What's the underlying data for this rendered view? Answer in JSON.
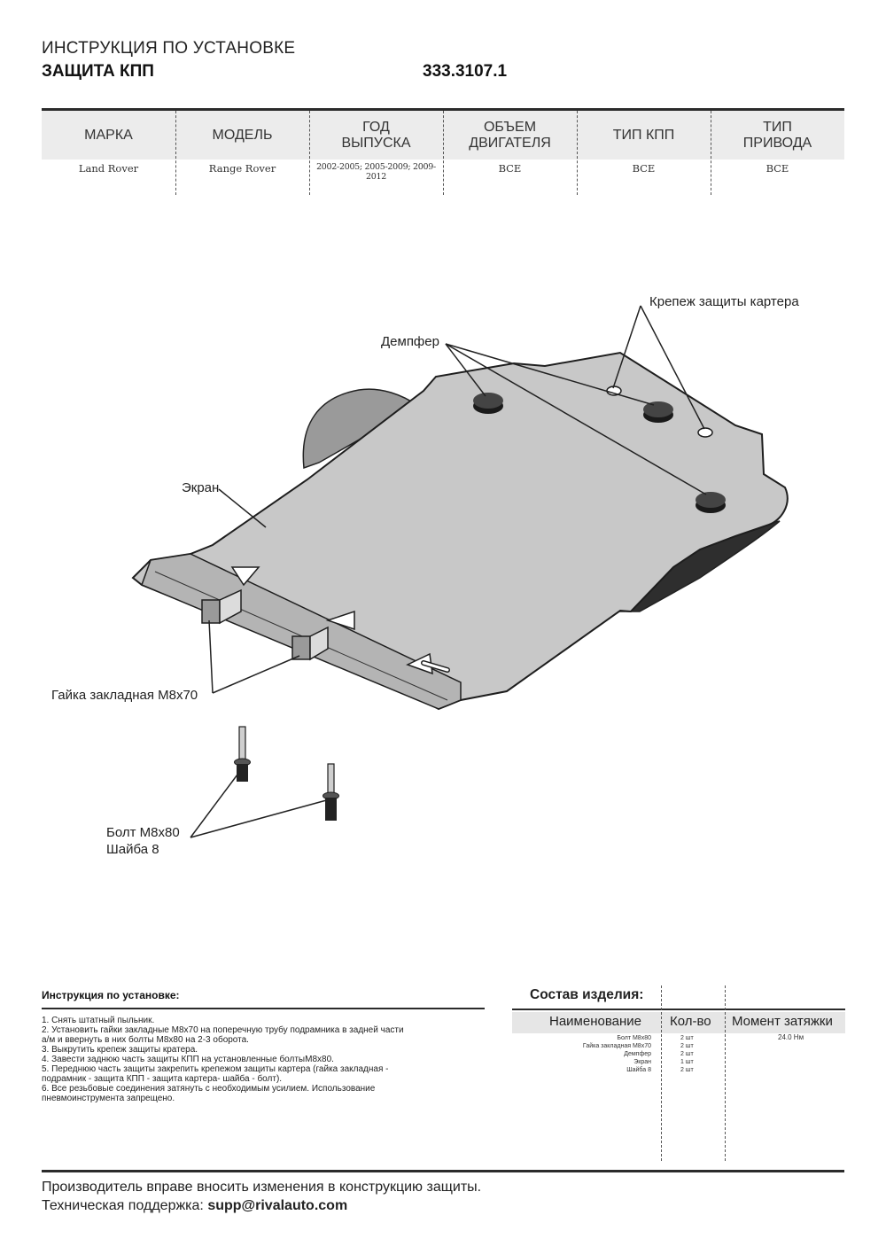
{
  "header": {
    "title": "ИНСТРУКЦИЯ ПО УСТАНОВКЕ",
    "subtitle": "ЗАЩИТА КПП",
    "code": "333.3107.1"
  },
  "spec_table": {
    "columns": [
      {
        "header": "МАРКА",
        "value": "Land Rover"
      },
      {
        "header": "МОДЕЛЬ",
        "value": "Range Rover"
      },
      {
        "header": "ГОД\nВЫПУСКА",
        "value": "2002-2005; 2005-2009; 2009-2012"
      },
      {
        "header": "ОБЪЕМ\nДВИГАТЕЛЯ",
        "value": "ВСЕ"
      },
      {
        "header": "ТИП КПП",
        "value": "ВСЕ"
      },
      {
        "header": "ТИП\nПРИВОДА",
        "value": "ВСЕ"
      }
    ]
  },
  "drawing": {
    "callouts": {
      "mount": "Крепеж защиты картера",
      "damper": "Демпфер",
      "screen": "Экран",
      "nut": "Гайка закладная М8х70",
      "bolt": "Болт М8х80",
      "washer": "Шайба 8"
    }
  },
  "instructions": {
    "title": "Инструкция по установке:",
    "steps": [
      "1. Снять штатный пыльник.",
      "2. Установить гайки закладные М8х70 на поперечную трубу подрамника в задней части",
      "а/м и ввернуть в них болты М8х80 на 2-3 оборота.",
      "3. Выкрутить крепеж защиты кратера.",
      "4. Завести заднюю часть защиты КПП на установленные болтыМ8х80.",
      "5. Переднюю часть защиты закрепить крепежом защиты картера (гайка закладная -",
      "подрамник - защита КПП - защита картера- шайба - болт).",
      "6. Все резьбовые соединения затянуть с необходимым усилием. Использование",
      "пневмоинструмента запрещено."
    ]
  },
  "composition": {
    "title": "Состав изделия:",
    "headers": {
      "name": "Наименование",
      "qty": "Кол-во",
      "torque": "Момент затяжки"
    },
    "rows": [
      {
        "name": "Болт М8х80",
        "qty": "2 шт",
        "torque": "24.0 Нм"
      },
      {
        "name": "Гайка закладная М8х70",
        "qty": "2 шт",
        "torque": ""
      },
      {
        "name": "Демпфер",
        "qty": "2 шт",
        "torque": ""
      },
      {
        "name": "Экран",
        "qty": "1 шт",
        "torque": ""
      },
      {
        "name": "Шайба 8",
        "qty": "2 шт",
        "torque": ""
      }
    ]
  },
  "footer": {
    "note": "Производитель вправе вносить изменения в конструкцию защиты.",
    "support_label": "Техническая поддержка: ",
    "support_email": "supp@rivalauto.com"
  }
}
